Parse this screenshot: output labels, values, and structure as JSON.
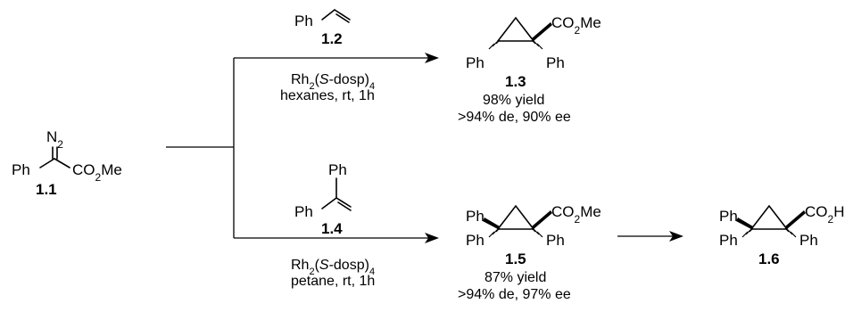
{
  "reagents": {
    "diazo": {
      "n2": "N2",
      "ph": "Ph",
      "ester": "CO2Me",
      "label": "1.1"
    },
    "styrene": {
      "ph": "Ph",
      "label": "1.2"
    },
    "diphenylethylene": {
      "ph_top": "Ph",
      "ph_left": "Ph",
      "label": "1.4"
    }
  },
  "conditions": {
    "upper": {
      "catalyst": "Rh2(S-dosp)4",
      "solvent": "hexanes, rt, 1h"
    },
    "lower": {
      "catalyst": "Rh2(S-dosp)4",
      "solvent": "petane, rt, 1h"
    }
  },
  "products": {
    "p13": {
      "ester": "CO2Me",
      "ph_left": "Ph",
      "ph_right": "Ph",
      "label": "1.3",
      "yield": "98% yield",
      "selectivity": ">94% de, 90% ee"
    },
    "p15": {
      "ester": "CO2Me",
      "ph_top": "Ph",
      "ph_bottom": "Ph",
      "ph_right": "Ph",
      "label": "1.5",
      "yield": "87% yield",
      "selectivity": ">94% de, 97% ee"
    },
    "p16": {
      "acid": "CO2H",
      "ph_top": "Ph",
      "ph_bottom": "Ph",
      "ph_right": "Ph",
      "label": "1.6"
    }
  }
}
